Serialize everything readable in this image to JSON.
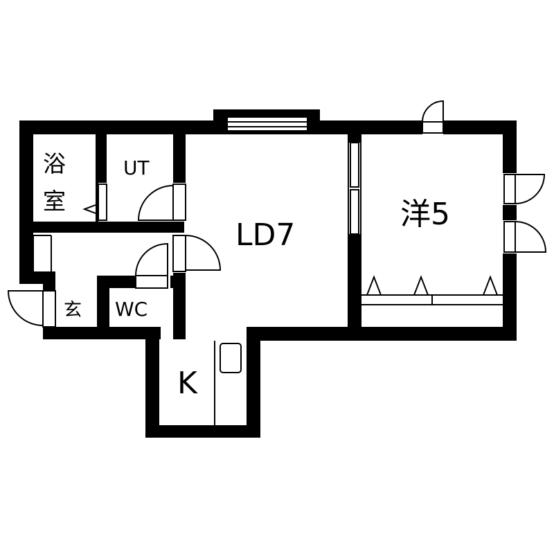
{
  "rooms": {
    "bath_line1": "浴",
    "bath_line2": "室",
    "utility": "UT",
    "living_dining": "LD7",
    "western": "洋5",
    "entrance": "玄",
    "toilet": "WC",
    "kitchen": "K"
  },
  "colors": {
    "wall": "#000000",
    "background": "#ffffff"
  }
}
